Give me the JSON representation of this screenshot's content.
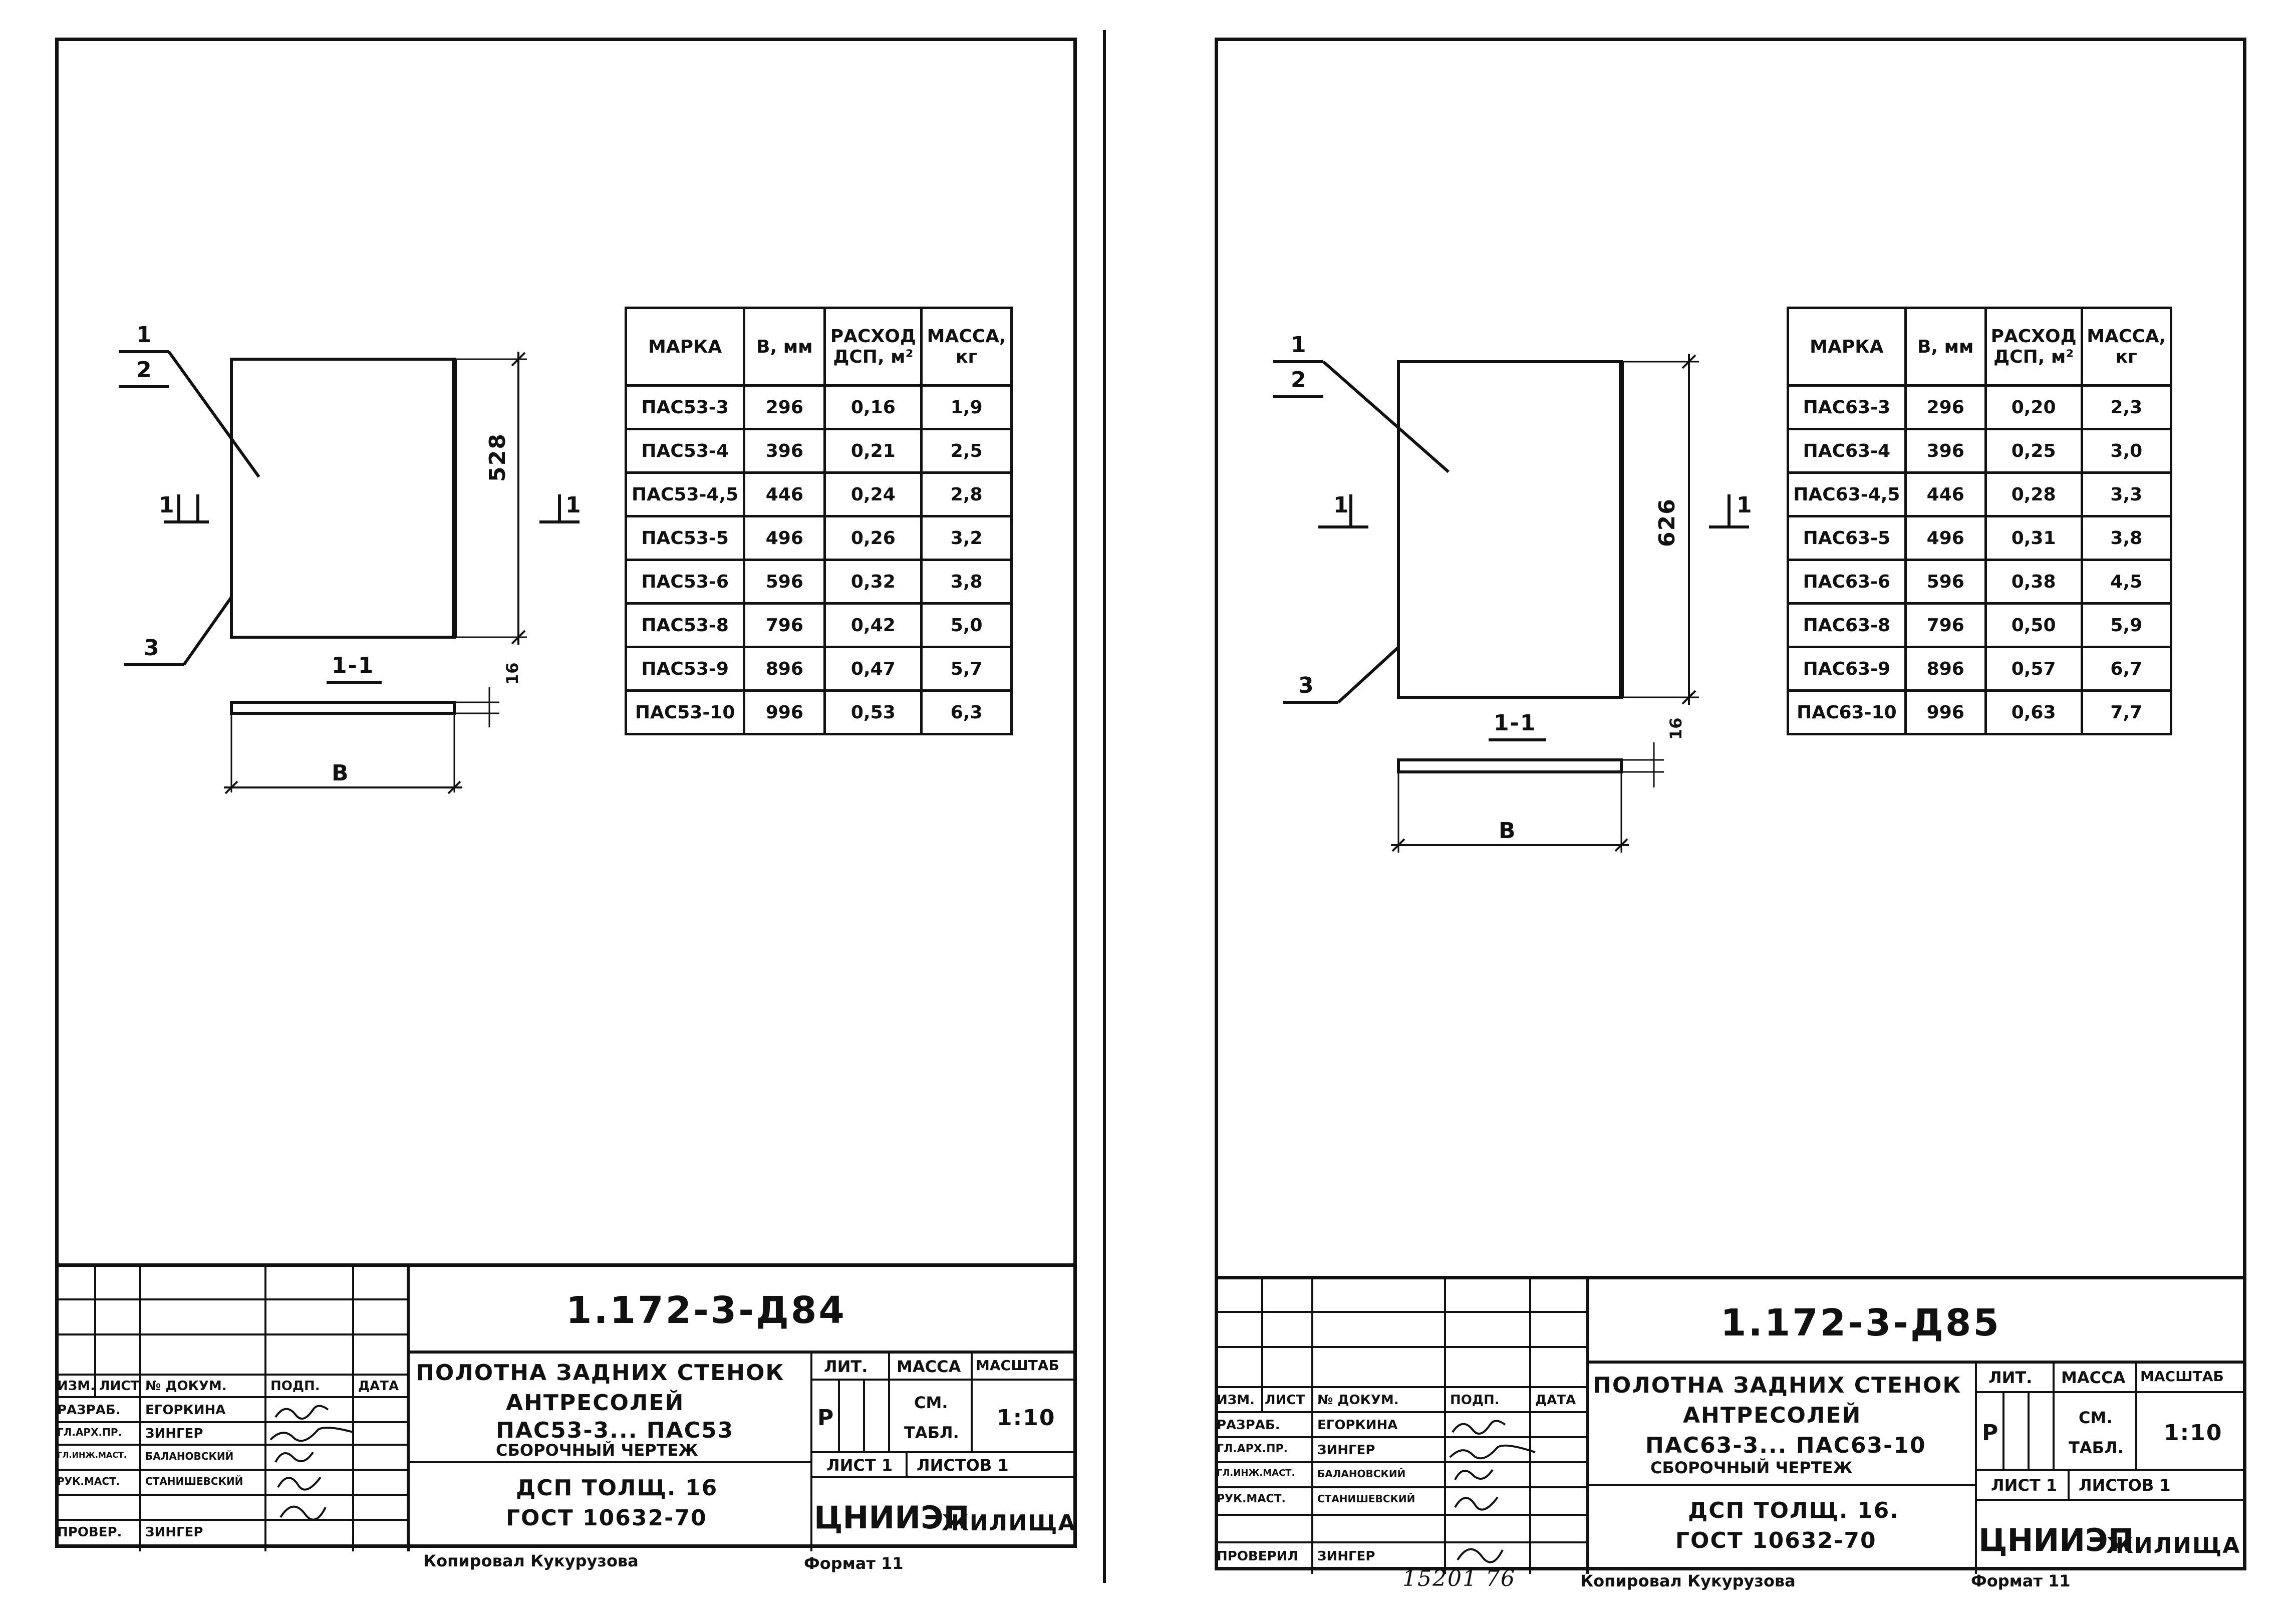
{
  "sheets": [
    {
      "drawing": {
        "label_1": "1",
        "label_2": "2",
        "label_3": "3",
        "section_label": "1-1",
        "cut_mark": "1",
        "height_dim": "528",
        "width_dim": "В",
        "thickness_dim": "16"
      },
      "table": {
        "headers": [
          "МАРКА",
          "В, мм",
          "РАСХОД ДСП, м²",
          "МАССА, кг"
        ],
        "rows": [
          [
            "ПАС53-3",
            "296",
            "0,16",
            "1,9"
          ],
          [
            "ПАС53-4",
            "396",
            "0,21",
            "2,5"
          ],
          [
            "ПАС53-4,5",
            "446",
            "0,24",
            "2,8"
          ],
          [
            "ПАС53-5",
            "496",
            "0,26",
            "3,2"
          ],
          [
            "ПАС53-6",
            "596",
            "0,32",
            "3,8"
          ],
          [
            "ПАС53-8",
            "796",
            "0,42",
            "5,0"
          ],
          [
            "ПАС53-9",
            "896",
            "0,47",
            "5,7"
          ],
          [
            "ПАС53-10",
            "996",
            "0,53",
            "6,3"
          ]
        ]
      },
      "title_block": {
        "code": "1.172-3-Д84",
        "title_line1": "ПОЛОТНА ЗАДНИХ СТЕНОК",
        "title_line2": "АНТРЕСОЛЕЙ",
        "title_line3": "ПАС53-3... ПАС53",
        "title_line4": "СБОРОЧНЫЙ ЧЕРТЕЖ",
        "material_line1": "ДСП ТОЛЩ. 16",
        "material_line2": "ГОСТ 10632-70",
        "lit_label": "ЛИТ.",
        "mass_label": "МАССА",
        "scale_label": "МАСШТАБ",
        "lit_value": "Р",
        "mass_value_1": "СМ.",
        "mass_value_2": "ТАБЛ.",
        "scale_value": "1:10",
        "sheet_label": "ЛИСТ 1",
        "sheets_label": "ЛИСТОВ 1",
        "org": "ЦНИИЭП",
        "org_suffix": "ЖИЛИЩА",
        "col_headers": [
          "ИЗМ.",
          "ЛИСТ",
          "№ ДОКУМ.",
          "ПОДП.",
          "ДАТА"
        ],
        "roles": [
          "РАЗРАБ.",
          "ГЛ.АРХ.ПР.",
          "ГЛ.ИНЖ.МАСТ.",
          "РУК.МАСТ.",
          "ПРОВЕР."
        ],
        "names": [
          "ЕГОРКИНА",
          "ЗИНГЕР",
          "БАЛАНОВСКИЙ",
          "СТАНИШЕВСКИЙ",
          "ЗИНГЕР"
        ]
      },
      "footer": {
        "copied": "Копировал Кукурузова",
        "format": "Формат 11",
        "number": ""
      }
    },
    {
      "drawing": {
        "label_1": "1",
        "label_2": "2",
        "label_3": "3",
        "section_label": "1-1",
        "cut_mark": "1",
        "height_dim": "626",
        "width_dim": "В",
        "thickness_dim": "16"
      },
      "table": {
        "headers": [
          "МАРКА",
          "В, мм",
          "РАСХОД ДСП, м²",
          "МАССА, кг"
        ],
        "rows": [
          [
            "ПАС63-3",
            "296",
            "0,20",
            "2,3"
          ],
          [
            "ПАС63-4",
            "396",
            "0,25",
            "3,0"
          ],
          [
            "ПАС63-4,5",
            "446",
            "0,28",
            "3,3"
          ],
          [
            "ПАС63-5",
            "496",
            "0,31",
            "3,8"
          ],
          [
            "ПАС63-6",
            "596",
            "0,38",
            "4,5"
          ],
          [
            "ПАС63-8",
            "796",
            "0,50",
            "5,9"
          ],
          [
            "ПАС63-9",
            "896",
            "0,57",
            "6,7"
          ],
          [
            "ПАС63-10",
            "996",
            "0,63",
            "7,7"
          ]
        ]
      },
      "title_block": {
        "code": "1.172-3-Д85",
        "title_line1": "ПОЛОТНА ЗАДНИХ СТЕНОК",
        "title_line2": "АНТРЕСОЛЕЙ",
        "title_line3": "ПАС63-3... ПАС63-10",
        "title_line4": "СБОРОЧНЫЙ ЧЕРТЕЖ",
        "material_line1": "ДСП ТОЛЩ. 16.",
        "material_line2": "ГОСТ 10632-70",
        "lit_label": "ЛИТ.",
        "mass_label": "МАССА",
        "scale_label": "МАСШТАБ",
        "lit_value": "Р",
        "mass_value_1": "СМ.",
        "mass_value_2": "ТАБЛ.",
        "scale_value": "1:10",
        "sheet_label": "ЛИСТ 1",
        "sheets_label": "ЛИСТОВ 1",
        "org": "ЦНИИЭП",
        "org_suffix": "ЖИЛИЩА",
        "col_headers": [
          "ИЗМ.",
          "ЛИСТ",
          "№ ДОКУМ.",
          "ПОДП.",
          "ДАТА"
        ],
        "roles": [
          "РАЗРАБ.",
          "ГЛ.АРХ.ПР.",
          "ГЛ.ИНЖ.МАСТ.",
          "РУК.МАСТ.",
          "ПРОВЕРИЛ"
        ],
        "names": [
          "ЕГОРКИНА",
          "ЗИНГЕР",
          "БАЛАНОВСКИЙ",
          "СТАНИШЕВСКИЙ",
          "ЗИНГЕР"
        ]
      },
      "footer": {
        "copied": "Копировал Кукурузова",
        "format": "Формат 11",
        "number": "15201 76"
      }
    }
  ]
}
